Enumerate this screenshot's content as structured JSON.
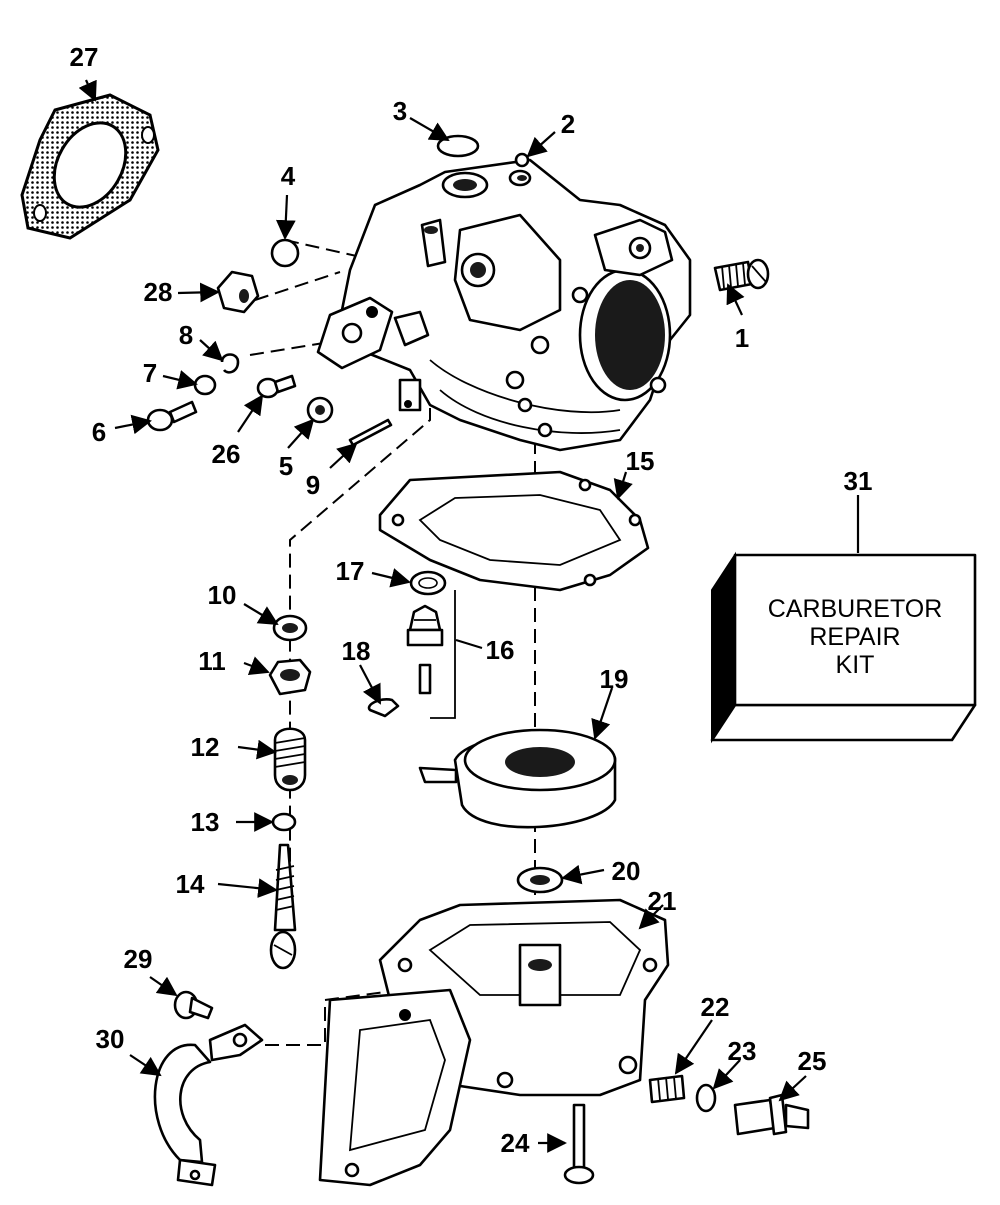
{
  "callouts": [
    "1",
    "2",
    "3",
    "4",
    "5",
    "6",
    "7",
    "8",
    "9",
    "10",
    "11",
    "12",
    "13",
    "14",
    "15",
    "16",
    "17",
    "18",
    "19",
    "20",
    "21",
    "22",
    "23",
    "24",
    "25",
    "26",
    "27",
    "28",
    "29",
    "30",
    "31"
  ],
  "kit": {
    "lines": [
      "CARBURETOR",
      "REPAIR",
      "KIT"
    ]
  }
}
